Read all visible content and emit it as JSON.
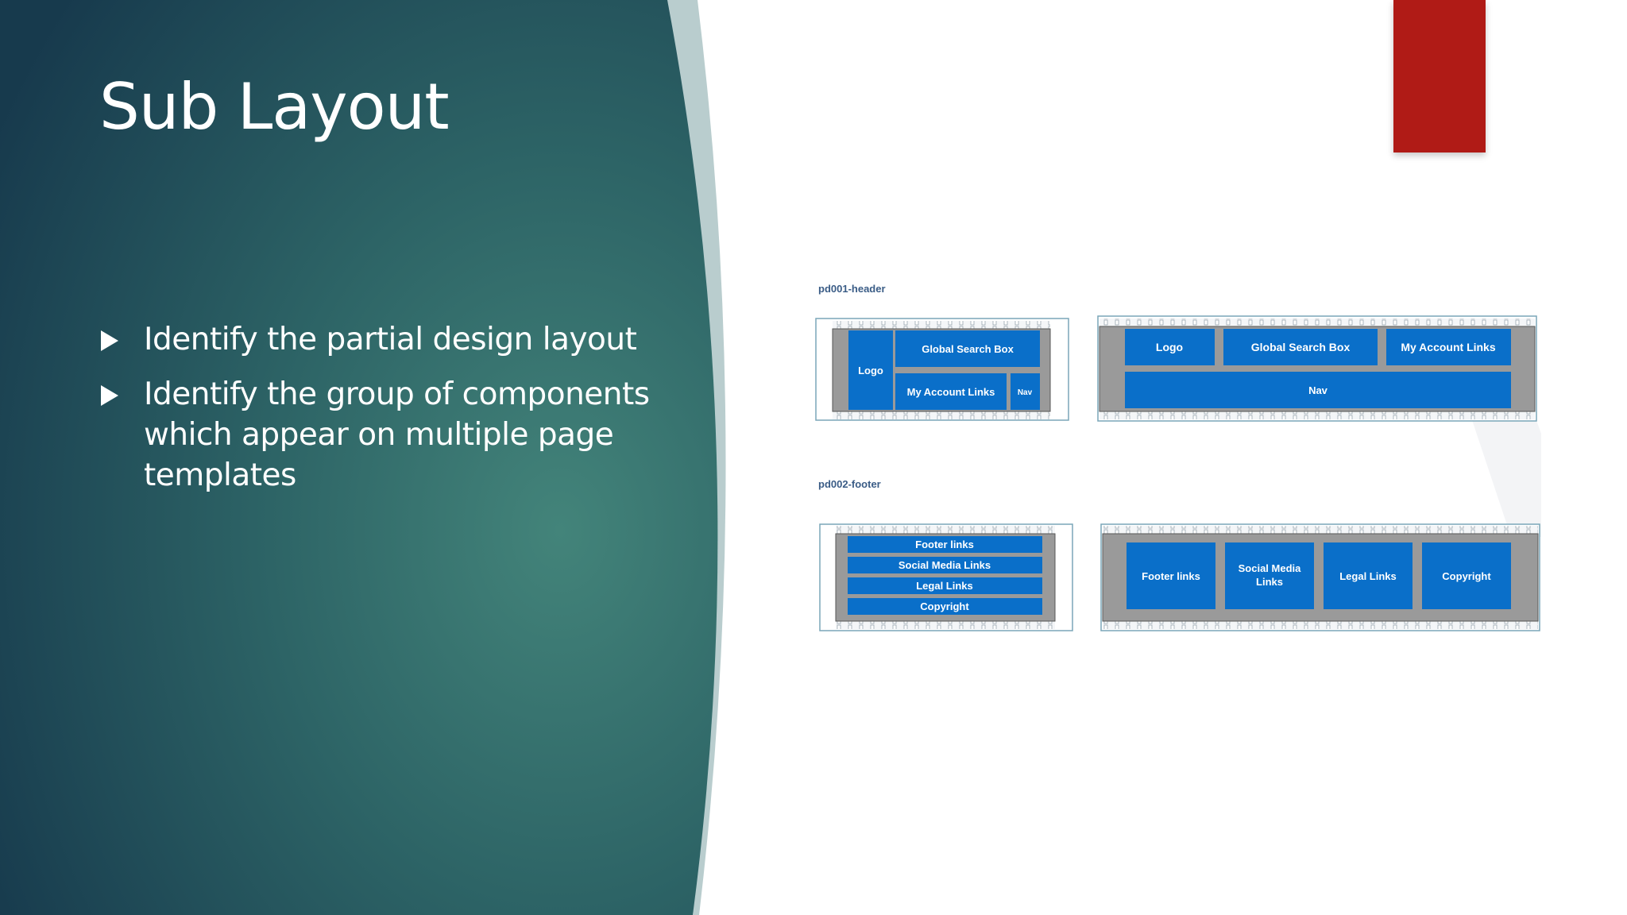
{
  "slide": {
    "title": "Sub Layout",
    "bullets": [
      "Identify the partial design layout",
      "Identify the group of components which appear on multiple page templates"
    ]
  },
  "diagram": {
    "header_label": "pd001-header",
    "footer_label": "pd002-footer",
    "header_small": {
      "logo": "Logo",
      "search": "Global Search Box",
      "account": "My Account Links",
      "nav": "Nav"
    },
    "header_wide": {
      "logo": "Logo",
      "search": "Global Search Box",
      "account": "My Account Links",
      "nav": "Nav"
    },
    "footer_small": {
      "footer_links": "Footer links",
      "social": "Social Media Links",
      "legal": "Legal Links",
      "copyright": "Copyright"
    },
    "footer_wide": {
      "footer_links": "Footer links",
      "social_line1": "Social Media",
      "social_line2": "Links",
      "legal": "Legal Links",
      "copyright": "Copyright"
    }
  },
  "colors": {
    "panel_dark": "#1a3f52",
    "panel_light": "#3f7d72",
    "accent_red": "#b01b16",
    "component_blue": "#0a6fc9",
    "frame_gray": "#9a9a9a"
  }
}
